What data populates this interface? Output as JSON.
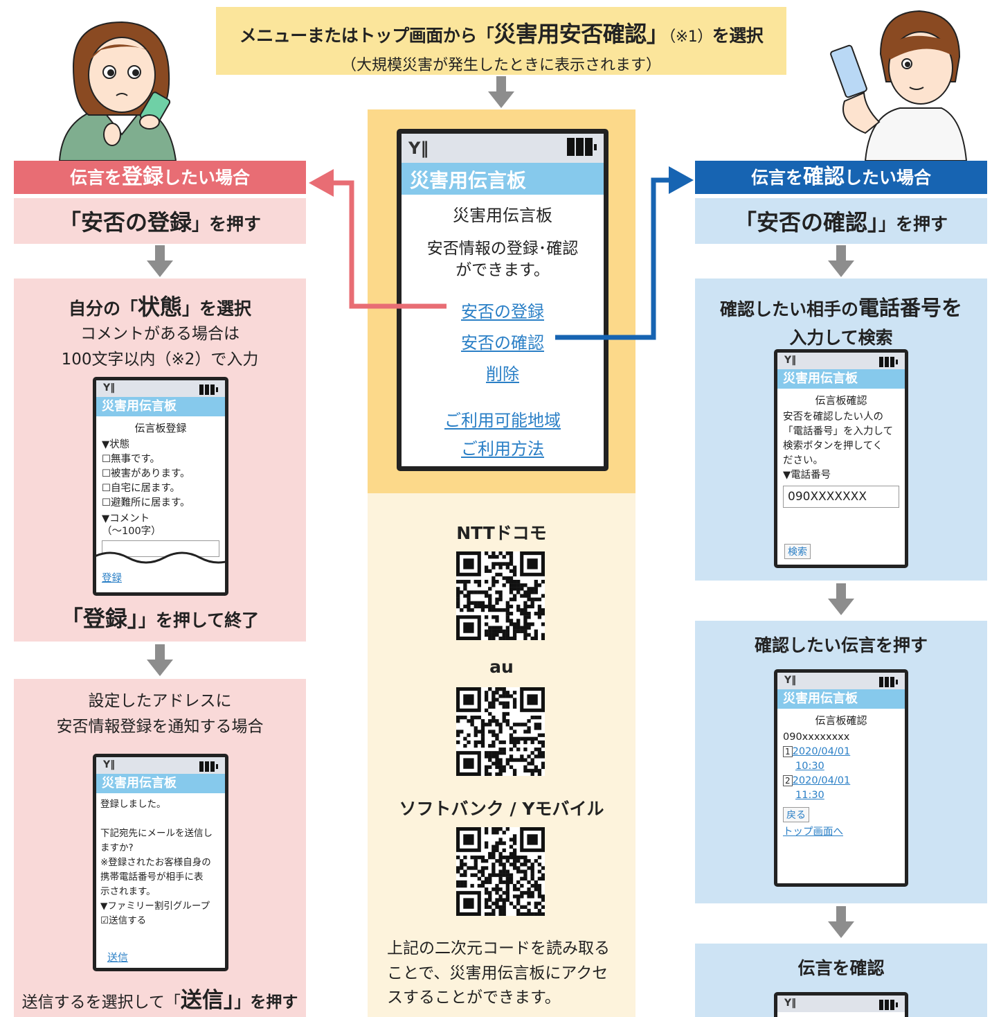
{
  "top_banner": {
    "line1_pre": "メニューまたはトップ画面から「",
    "line1_em": "災害用安否確認",
    "line1_close": "」",
    "line1_note": "（※1）",
    "line1_post": "を選択",
    "line2": "（大規模災害が発生したときに表示されます）"
  },
  "main_phone": {
    "title": "災害用伝言板",
    "subtitle": "災害用伝言板",
    "desc_line1": "安否情報の登録･確認",
    "desc_line2": "ができます。",
    "links": [
      "安否の登録",
      "安否の確認",
      "削除",
      "ご利用可能地域",
      "ご利用方法"
    ]
  },
  "carriers": [
    "NTTドコモ",
    "au",
    "ソフトバンク / Yモバイル"
  ],
  "qr_note": [
    "上記の二次元コードを読み取る",
    "ことで、災害用伝言板にアクセ",
    "スすることができます。"
  ],
  "left": {
    "header_pre": "伝言を",
    "header_em": "登録",
    "header_post": "したい場合",
    "step1_pre": "「",
    "step1_em": "安否の登録",
    "step1_post": "」を押す",
    "step2_pre": "自分の「",
    "step2_em": "状態",
    "step2_post": "」を選択",
    "step2_line2": "コメントがある場合は",
    "step2_line3": "100文字以内（※2）で入力",
    "phone1": {
      "title": "災害用伝言板",
      "heading": "伝言板登録",
      "lines": [
        "▼状態",
        "☐無事です。",
        "☐被害があります。",
        "☐自宅に居ます。",
        "☐避難所に居ます。",
        "▼コメント",
        "（〜100字）"
      ],
      "button": "登録"
    },
    "step3_pre": "「",
    "step3_em": "登録",
    "step3_post": "」を押して終了",
    "step4_line1": "設定したアドレスに",
    "step4_line2": "安否情報登録を通知する場合",
    "phone2": {
      "title": "災害用伝言板",
      "lines": [
        "登録しました。",
        "",
        "下記宛先にメールを送信し",
        "ますか?",
        "※登録されたお客様自身の",
        "携帯電話番号が相手に表",
        "示されます。",
        "▼ファミリー割引グループ",
        "☑送信する"
      ],
      "button": "送信"
    },
    "step5_pre": "送信するを選択して「",
    "step5_em": "送信",
    "step5_post": "」を押す"
  },
  "right": {
    "header_pre": "伝言を",
    "header_em": "確認",
    "header_post": "したい場合",
    "step1_pre": "「",
    "step1_em": "安否の確認",
    "step1_post": "」を押す",
    "step2_pre": "確認したい相手の",
    "step2_em": "電話番号を",
    "step2_line2": "入力して検索",
    "phone1": {
      "title": "災害用伝言板",
      "heading": "伝言板確認",
      "lines": [
        "安否を確認したい人の",
        "「電話番号」を入力して",
        "検索ボタンを押してく",
        "ださい。",
        "▼電話番号"
      ],
      "input_value": "090XXXXXXX",
      "button": "検索"
    },
    "step3": "確認したい伝言を押す",
    "phone2": {
      "title": "災害用伝言板",
      "heading": "伝言板確認",
      "number": "090xxxxxxxx",
      "entries": [
        {
          "num": "1",
          "date": "2020/04/01",
          "time": "10:30"
        },
        {
          "num": "2",
          "date": "2020/04/01",
          "time": "11:30"
        }
      ],
      "back": "戻る",
      "top_link": "トップ画面へ"
    },
    "step4": "伝言を確認"
  },
  "colors": {
    "pink_header": "#e86d74",
    "pink_box": "#f9d9d8",
    "blue_header": "#1764b2",
    "blue_box": "#cde3f4",
    "yellow_banner": "#fbe59b",
    "phone_title": "#86c9ec",
    "link": "#2a7fc6"
  }
}
